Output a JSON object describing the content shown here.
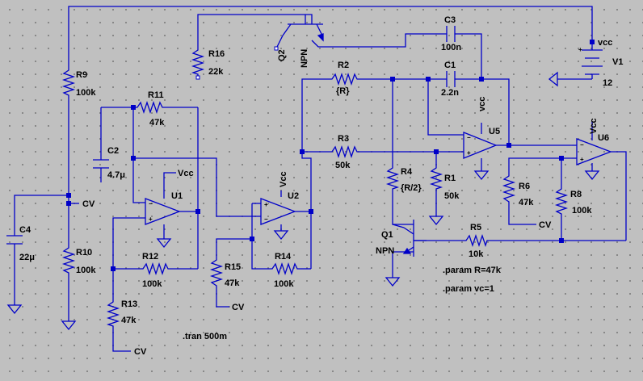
{
  "colors": {
    "wire": "#0000c8",
    "background": "#c0c0c0",
    "text": "#000000"
  },
  "components": {
    "R9": {
      "ref": "R9",
      "value": "100k"
    },
    "R10": {
      "ref": "R10",
      "value": "100k"
    },
    "R11": {
      "ref": "R11",
      "value": "47k"
    },
    "R12": {
      "ref": "R12",
      "value": "100k"
    },
    "R13": {
      "ref": "R13",
      "value": "47k"
    },
    "R14": {
      "ref": "R14",
      "value": "100k"
    },
    "R15": {
      "ref": "R15",
      "value": "47k"
    },
    "R16": {
      "ref": "R16",
      "value": "22k"
    },
    "R2": {
      "ref": "R2",
      "value": "{R}"
    },
    "R3": {
      "ref": "R3",
      "value": "50k"
    },
    "R4": {
      "ref": "R4",
      "value": "{R/2}"
    },
    "R1": {
      "ref": "R1",
      "value": "50k"
    },
    "R5": {
      "ref": "R5",
      "value": "10k"
    },
    "R6": {
      "ref": "R6",
      "value": "47k"
    },
    "R8": {
      "ref": "R8",
      "value": "100k"
    },
    "C1": {
      "ref": "C1",
      "value": "2.2n"
    },
    "C2": {
      "ref": "C2",
      "value": "4.7μ"
    },
    "C3": {
      "ref": "C3",
      "value": "100n"
    },
    "C4": {
      "ref": "C4",
      "value": "22μ"
    },
    "Q1": {
      "ref": "Q1",
      "value": "NPN"
    },
    "Q2": {
      "ref": "Q2",
      "value": "NPN"
    },
    "U1": {
      "ref": "U1"
    },
    "U2": {
      "ref": "U2"
    },
    "U5": {
      "ref": "U5"
    },
    "U6": {
      "ref": "U6"
    },
    "V1": {
      "ref": "V1",
      "value": "12"
    }
  },
  "nets": {
    "cv": "CV",
    "vcc_upper": "Vcc",
    "vcc_lower": "vcc",
    "vcc_v1": "vcc"
  },
  "directives": {
    "tran": ".tran 500m",
    "param_r": ".param R=47k",
    "param_vc": ".param vc=1"
  }
}
